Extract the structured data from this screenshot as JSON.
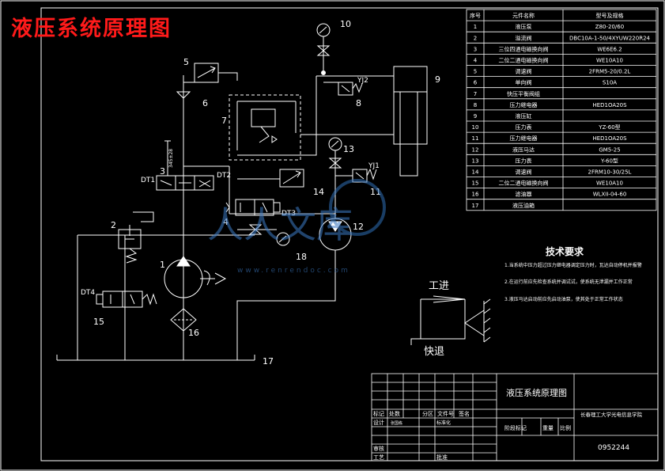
{
  "title": "液压系统原理图",
  "watermark": {
    "text": "人人文库",
    "url": "www.renrendoc.com"
  },
  "parts_table": {
    "headers": [
      "序号",
      "元件名称",
      "型号及规格"
    ],
    "rows": [
      [
        "1",
        "液压泵",
        "Z80-20/60"
      ],
      [
        "2",
        "溢流阀",
        "DBC10A-1-50/4XYUW220R24"
      ],
      [
        "3",
        "三位四通电磁换向阀",
        "WE6E6.2"
      ],
      [
        "4",
        "二位二通电磁换向阀",
        "WE10A10"
      ],
      [
        "5",
        "调速阀",
        "2FRM5-20/0.2L"
      ],
      [
        "6",
        "单向阀",
        "S10A"
      ],
      [
        "7",
        "快压平衡阀组",
        ""
      ],
      [
        "8",
        "压力继电器",
        "HED1OA20S"
      ],
      [
        "9",
        "液压缸",
        ""
      ],
      [
        "10",
        "压力表",
        "YZ-60型"
      ],
      [
        "11",
        "压力继电器",
        "HED1OA20S"
      ],
      [
        "12",
        "液压马达",
        "GM5-25"
      ],
      [
        "13",
        "压力表",
        "Y-60型"
      ],
      [
        "14",
        "调速阀",
        "2FRM10-30/25L"
      ],
      [
        "15",
        "二位二通电磁换向阀",
        "WE10A10"
      ],
      [
        "16",
        "滤油器",
        "WLXII-04-60"
      ],
      [
        "17",
        "液压油箱",
        ""
      ]
    ]
  },
  "schematic": {
    "component_numbers": [
      "1",
      "2",
      "3",
      "4",
      "5",
      "6",
      "7",
      "8",
      "9",
      "10",
      "11",
      "12",
      "13",
      "14",
      "15",
      "16",
      "17",
      "18"
    ],
    "solenoids": {
      "dt1": "DT1",
      "dt2": "DT2",
      "dt3": "DT3",
      "dt4": "DT4"
    },
    "pressure_switches": {
      "yj1": "YJ1",
      "yj2": "YJ2"
    },
    "dimension": "345±28"
  },
  "tech_requirements": {
    "title": "技术要求",
    "items": [
      "1.当系统中压力超过压力继电器调定压力时，瓦达自动停机并报警",
      "2.在运行前应先检查系统并调试试，使系统无泄漏并工作正常",
      "3.液压马达启动前应先启动油泵，使其处于正常工作状态"
    ]
  },
  "motion": {
    "forward": "工进",
    "return": "快退"
  },
  "title_block": {
    "drawing_title": "液压系统原理图",
    "school": "长春理工大学光电信息学院",
    "drawing_number": "0952244",
    "labels": {
      "mark": "标记",
      "count": "处数",
      "zone": "分区",
      "doc_no": "文件号",
      "sign": "签名",
      "design": "设计",
      "standardize": "标准化",
      "stage_mark": "阶段标记",
      "weight": "重量",
      "scale": "比例",
      "review": "审核",
      "process": "工艺",
      "approve": "批准"
    },
    "design_value": "张国栋"
  }
}
